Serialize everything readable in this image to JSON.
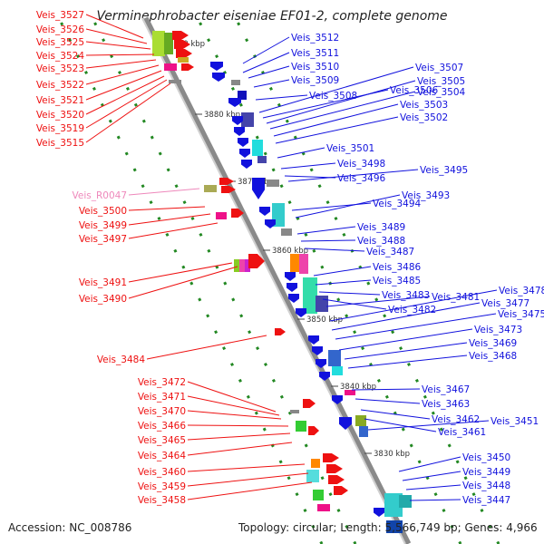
{
  "title": "Verminephrobacter eiseniae EF01-2, complete genome",
  "footer": {
    "accession": "Accession: NC_008786",
    "stats": "Topology: circular; Length: 5,566,749 bp; Genes: 4,966"
  },
  "ticks": [
    "3890 kbp",
    "3880 kbp",
    "3870 kbp",
    "3860 kbp",
    "3850 kbp",
    "3840 kbp",
    "3830 kbp"
  ],
  "left_labels": [
    "Veis_3527",
    "Veis_3526",
    "Veis_3525",
    "Veis_3524",
    "Veis_3523",
    "Veis_3522",
    "Veis_3521",
    "Veis_3520",
    "Veis_3519",
    "Veis_3515",
    "Veis_R0047",
    "Veis_3500",
    "Veis_3499",
    "Veis_3497",
    "Veis_3491",
    "Veis_3490",
    "Veis_3484",
    "Veis_3472",
    "Veis_3471",
    "Veis_3470",
    "Veis_3466",
    "Veis_3465",
    "Veis_3464",
    "Veis_3460",
    "Veis_3459",
    "Veis_3458"
  ],
  "right_labels": [
    "Veis_3512",
    "Veis_3511",
    "Veis_3510",
    "Veis_3509",
    "Veis_3508",
    "Veis_3507",
    "Veis_3506",
    "Veis_3505",
    "Veis_3504",
    "Veis_3503",
    "Veis_3502",
    "Veis_3501",
    "Veis_3498",
    "Veis_3496",
    "Veis_3495",
    "Veis_3494",
    "Veis_3493",
    "Veis_3489",
    "Veis_3488",
    "Veis_3487",
    "Veis_3486",
    "Veis_3485",
    "Veis_3483",
    "Veis_3482",
    "Veis_3481",
    "Veis_3478",
    "Veis_3477",
    "Veis_3475",
    "Veis_3473",
    "Veis_3469",
    "Veis_3468",
    "Veis_3467",
    "Veis_3463",
    "Veis_3462",
    "Veis_3461",
    "Veis_3451",
    "Veis_3450",
    "Veis_3449",
    "Veis_3448",
    "Veis_3447"
  ],
  "colors": {
    "forward": "#ee1111",
    "reverse": "#1111dd",
    "rrna": "#ee88bb",
    "backbone": "#8a8a8a",
    "dots": "#228822"
  }
}
